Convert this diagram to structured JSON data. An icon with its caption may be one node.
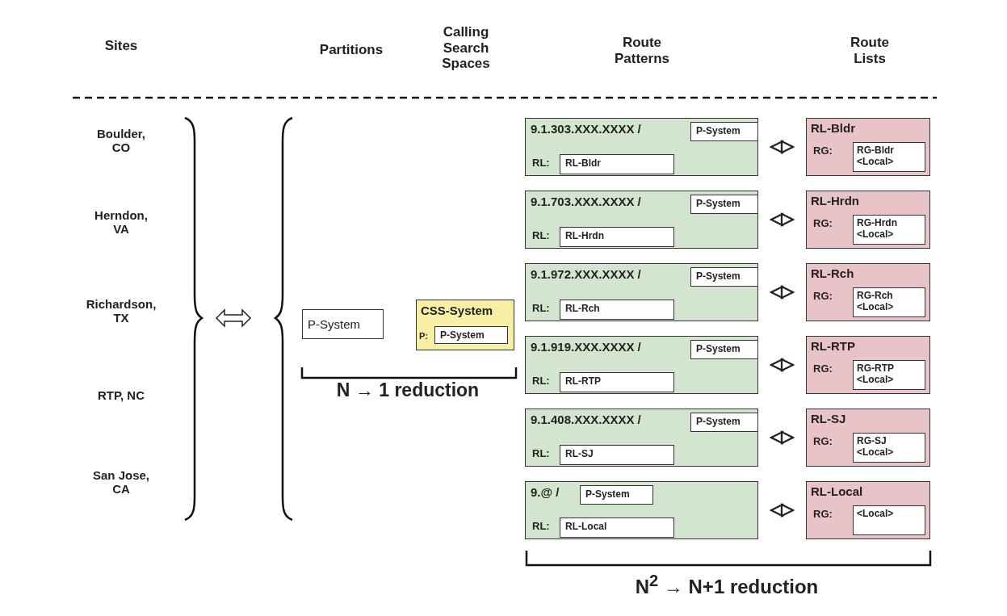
{
  "diagram": {
    "nodes": [
      {
        "text": [
          "P-System"
        ]
      },
      {
        "text": [
          "CSS-System",
          "P:"
        ]
      },
      {
        "text": [
          "P-System"
        ],
        "in": 1
      },
      {
        "text": [
          "9.1.303.XXX.XXXX /",
          "RL:"
        ]
      },
      {
        "text": [
          "P-System"
        ],
        "in": 3
      },
      {
        "text": [
          "RL-Bldr"
        ],
        "in": 3
      },
      {
        "text": [
          "RL-Bldr",
          "RG:"
        ]
      },
      {
        "text": [
          "RG-Bldr <Local>"
        ],
        "in": 6
      },
      {
        "text": [
          "9.1.703.XXX.XXXX /",
          "RL:"
        ]
      },
      {
        "text": [
          "P-System"
        ],
        "in": 8
      },
      {
        "text": [
          "RL-Hrdn"
        ],
        "in": 8
      },
      {
        "text": [
          "RL-Hrdn",
          "RG:"
        ]
      },
      {
        "text": [
          "RG-Hrdn <Local>"
        ],
        "in": 11
      },
      {
        "text": [
          "9.1.972.XXX.XXXX /",
          "RL:"
        ]
      },
      {
        "text": [
          "P-System"
        ],
        "in": 13
      },
      {
        "text": [
          "RL-Rch"
        ],
        "in": 13
      },
      {
        "text": [
          "RL-Rch",
          "RG:"
        ]
      },
      {
        "text": [
          "RG-Rch <Local>"
        ],
        "in": 16
      },
      {
        "text": [
          "9.1.919.XXX.XXXX /",
          "RL:"
        ]
      },
      {
        "text": [
          "P-System"
        ],
        "in": 18
      },
      {
        "text": [
          "RL-RTP"
        ],
        "in": 18
      },
      {
        "text": [
          "RL-RTP",
          "RG:"
        ]
      },
      {
        "text": [
          "RG-RTP <Local>"
        ],
        "in": 21
      },
      {
        "text": [
          "9.1.408.XXX.XXXX /",
          "RL:"
        ]
      },
      {
        "text": [
          "P-System"
        ],
        "in": 23
      },
      {
        "text": [
          "RL-SJ"
        ],
        "in": 23
      },
      {
        "text": [
          "RL-SJ",
          "RG:"
        ]
      },
      {
        "text": [
          "RG-SJ <Local>"
        ],
        "in": 26
      },
      {
        "text": [
          "9.@ /",
          "RL:"
        ]
      },
      {
        "text": [
          "P-System"
        ],
        "in": 28
      },
      {
        "text": [
          "RL-Local"
        ],
        "in": 28
      },
      {
        "text": [
          "RL-Local",
          "RG:"
        ]
      },
      {
        "text": [
          "<Local>"
        ],
        "in": 31
      }
    ],
    "edges": [
      {
        "from": 3,
        "to": 6,
        "arrow": "both"
      },
      {
        "from": 8,
        "to": 11,
        "arrow": "both"
      },
      {
        "from": 13,
        "to": 16,
        "arrow": "both"
      },
      {
        "from": 18,
        "to": 21,
        "arrow": "both"
      },
      {
        "from": 23,
        "to": 26,
        "arrow": "both"
      },
      {
        "from": 28,
        "to": 31,
        "arrow": "both"
      }
    ],
    "labels": [
      "Sites",
      "Partitions",
      "Calling Search Spaces",
      "Route Patterns",
      "Route Lists",
      "Boulder, CO",
      "Herndon, VA",
      "Richardson, TX",
      "RTP, NC",
      "San Jose, CA",
      "N → 1 reduction",
      "N$^{2}$ → N+1 reduction"
    ]
  }
}
